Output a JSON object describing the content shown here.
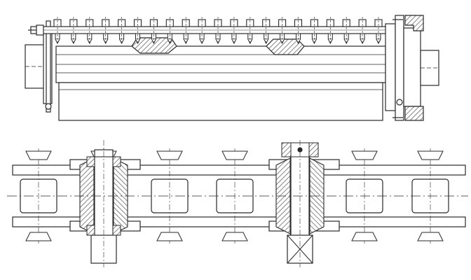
{
  "figure": {
    "kind": "mechanical drawing",
    "colors": {
      "ink": "#2a2a2a",
      "hatch": "#555555",
      "paper": "#ffffff"
    },
    "upper_view": {
      "attachment_pins": 21,
      "wear_pads": 2
    },
    "lower_view": {
      "chain_pitches": 6,
      "sectioned_pins": 2
    }
  }
}
